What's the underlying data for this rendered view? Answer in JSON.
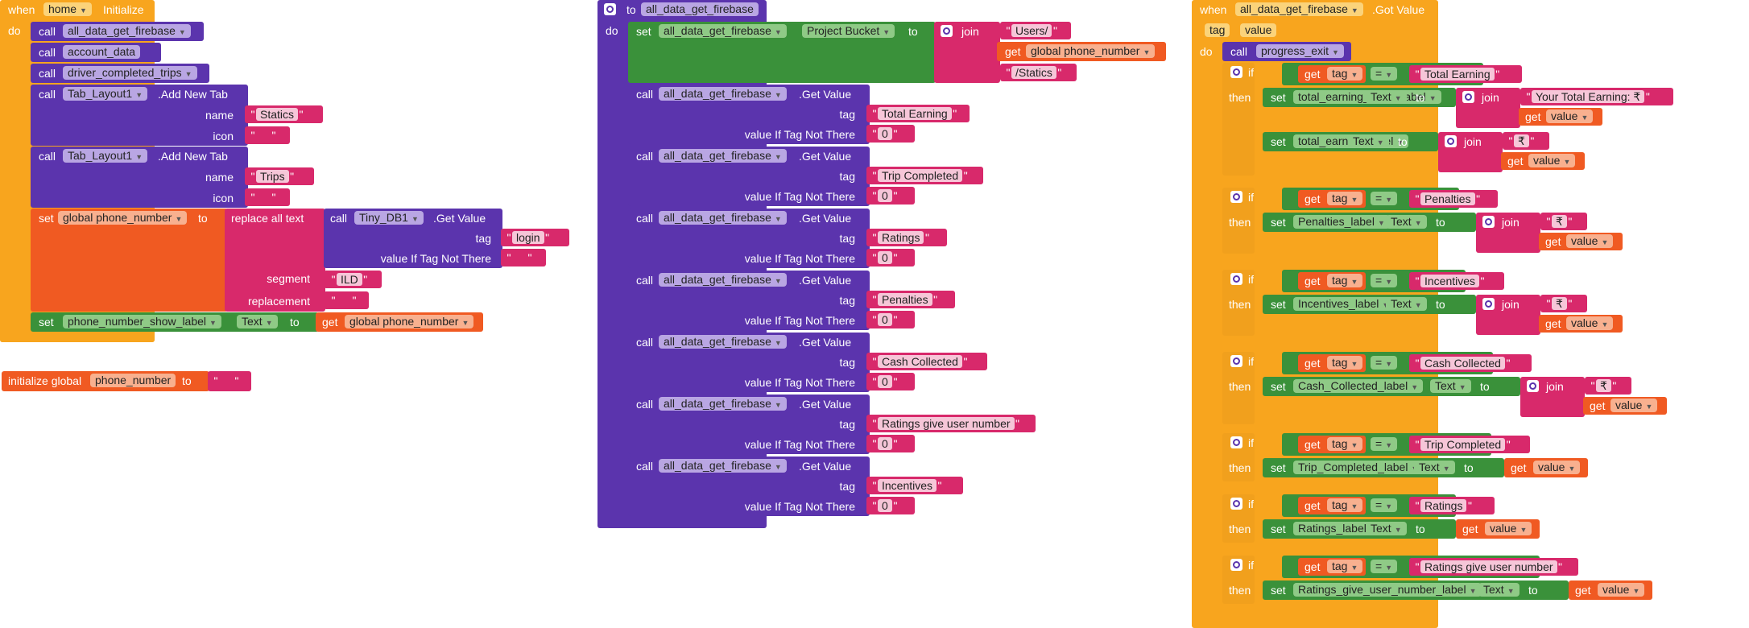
{
  "home_init": {
    "when": "when",
    "component": "home",
    "event": "Initialize",
    "do": "do",
    "calls": [
      {
        "call": "call",
        "proc": "all_data_get_firebase"
      },
      {
        "call": "call",
        "proc": "account_data"
      },
      {
        "call": "call",
        "proc": "driver_completed_trips"
      }
    ],
    "tabs": [
      {
        "call": "call",
        "component": "Tab_Layout1",
        "method": ".Add New Tab",
        "name_label": "name",
        "name_value": "Statics",
        "icon_label": "icon",
        "icon_value": ""
      },
      {
        "call": "call",
        "component": "Tab_Layout1",
        "method": ".Add New Tab",
        "name_label": "name",
        "name_value": "Trips",
        "icon_label": "icon",
        "icon_value": ""
      }
    ],
    "set_global": {
      "set": "set",
      "var": "global phone_number",
      "to": "to",
      "replace_all": "replace all text",
      "tiny_call": "call",
      "tiny_component": "Tiny_DB1",
      "tiny_method": ".Get Value",
      "tag_label": "tag",
      "tag_value": "login",
      "nt_label": "value If Tag Not There",
      "nt_value": "",
      "segment_label": "segment",
      "segment_value": "ILD",
      "replacement_label": "replacement",
      "replacement_value": ""
    },
    "set_label": {
      "set": "set",
      "component": "phone_number_show_label",
      "prop": "Text",
      "to": "to",
      "get": "get",
      "var": "global phone_number"
    }
  },
  "init_global": {
    "text": "initialize global",
    "name": "phone_number",
    "to": "to",
    "value": ""
  },
  "proc": {
    "to": "to",
    "name": "all_data_get_firebase",
    "do": "do",
    "set": {
      "set": "set",
      "component": "all_data_get_firebase",
      "prop": "Project Bucket",
      "to": "to",
      "join": "join",
      "s1": "Users/",
      "get": "get",
      "var": "global phone_number",
      "s3": "/Statics"
    },
    "call_label": "call",
    "component": "all_data_get_firebase",
    "method": ".Get Value",
    "tag_label": "tag",
    "nt_label": "value If Tag Not There",
    "calls": [
      {
        "tag": "Total Earning",
        "nt": "0"
      },
      {
        "tag": "Trip Completed",
        "nt": "0"
      },
      {
        "tag": "Ratings",
        "nt": "0"
      },
      {
        "tag": "Penalties",
        "nt": "0"
      },
      {
        "tag": "Cash Collected",
        "nt": "0"
      },
      {
        "tag": "Ratings give user number",
        "nt": "0"
      },
      {
        "tag": "Incentives",
        "nt": "0"
      }
    ]
  },
  "got_value": {
    "when": "when",
    "component": "all_data_get_firebase",
    "event": ".Got Value",
    "param_tag": "tag",
    "param_value": "value",
    "do": "do",
    "call": "call",
    "call_proc": "progress_exit",
    "if": "if",
    "then": "then",
    "get": "get",
    "tag_var": "tag",
    "eq": "=",
    "set": "set",
    "to": "to",
    "join": "join",
    "value_var": "value",
    "prop": "Text",
    "rupee": "₹",
    "blocks": [
      {
        "match": "Total Earning",
        "label": "total_earning_show_label",
        "prefix": "Your Total Earning: ₹",
        "label2": "total_earning_label"
      },
      {
        "match": "Penalties",
        "label": "Penalties_label",
        "prefix": "₹"
      },
      {
        "match": "Incentives",
        "label": "Incentives_label",
        "prefix": "₹"
      },
      {
        "match": "Cash Collected",
        "label": "Cash_Collected_label",
        "prefix": "₹"
      },
      {
        "match": "Trip Completed",
        "label": "Trip_Completed_label"
      },
      {
        "match": "Ratings",
        "label": "Ratings_label"
      },
      {
        "match": "Ratings give user number",
        "label": "Ratings_give_user_number_label"
      }
    ]
  }
}
